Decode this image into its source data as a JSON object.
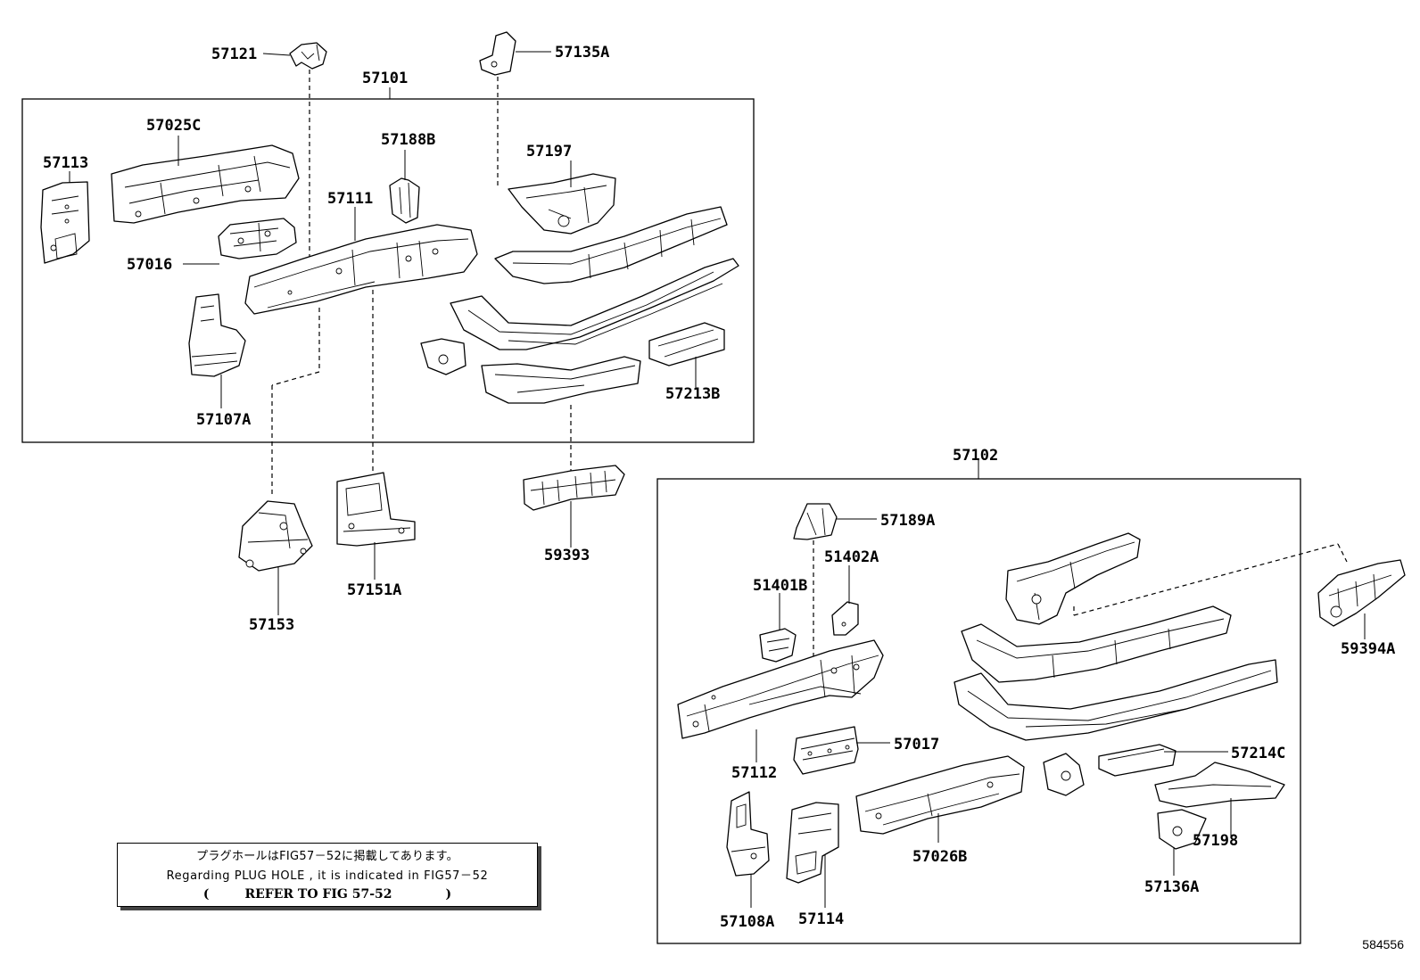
{
  "labels": {
    "p57121": "57121",
    "p57135A": "57135A",
    "p57101": "57101",
    "p57025C": "57025C",
    "p57188B": "57188B",
    "p57197": "57197",
    "p57113": "57113",
    "p57111": "57111",
    "p57016": "57016",
    "p57107A": "57107A",
    "p57213B": "57213B",
    "p57153": "57153",
    "p57151A": "57151A",
    "p59393": "59393",
    "p57102": "57102",
    "p57189A": "57189A",
    "p51402A": "51402A",
    "p51401B": "51401B",
    "p59394A": "59394A",
    "p57017": "57017",
    "p57214C": "57214C",
    "p57112": "57112",
    "p57198": "57198",
    "p57026B": "57026B",
    "p57136A": "57136A",
    "p57108A": "57108A",
    "p57114": "57114"
  },
  "note": {
    "line1": "プラグホールはFIG57－52に掲載してあります。",
    "line2": "Regarding PLUG HOLE , it is indicated in FIG57－52",
    "paren_open": "(",
    "refer": "REFER TO FIG 57-52",
    "paren_close": ")"
  },
  "diagram_id": "584556"
}
